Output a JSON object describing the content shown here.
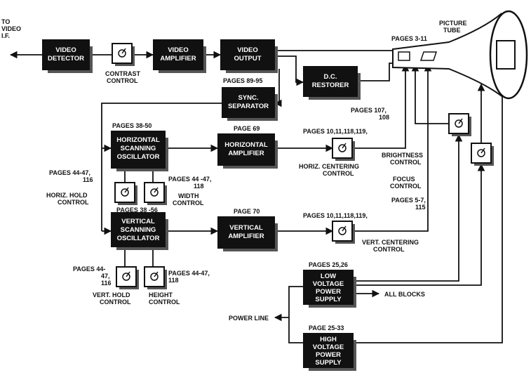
{
  "blocks": {
    "video_detector": [
      "VIDEO",
      "DETECTOR"
    ],
    "video_amplifier": [
      "VIDEO",
      "AMPLIFIER"
    ],
    "video_output": [
      "VIDEO",
      "OUTPUT"
    ],
    "dc_restorer": [
      "D.C.",
      "RESTORER"
    ],
    "sync_separator": [
      "SYNC.",
      "SEPARATOR"
    ],
    "horizontal_oscillator": [
      "HORIZONTAL",
      "SCANNING",
      "OSCILLATOR"
    ],
    "horizontal_amplifier": [
      "HORIZONTAL",
      "AMPLIFIER"
    ],
    "vertical_oscillator": [
      "VERTICAL",
      "SCANNING",
      "OSCILLATOR"
    ],
    "vertical_amplifier": [
      "VERTICAL",
      "AMPLIFIER"
    ],
    "low_voltage_supply": [
      "LOW",
      "VOLTAGE",
      "POWER",
      "SUPPLY"
    ],
    "high_voltage_supply": [
      "HIGH",
      "VOLTAGE",
      "POWER",
      "SUPPLY"
    ]
  },
  "labels": {
    "to_video_if": [
      "TO",
      "VIDEO",
      "I.F."
    ],
    "contrast_control": [
      "CONTRAST",
      "CONTROL"
    ],
    "picture_tube": [
      "PICTURE",
      "TUBE"
    ],
    "pages_3_11": "PAGES 3-11",
    "pages_89_95": "PAGES 89-95",
    "pages_107_108": [
      "PAGES 107,",
      "108"
    ],
    "pages_38_50": "PAGES 38-50",
    "page_69": "PAGE 69",
    "pages_10_h": "PAGES 10,11,118,119,",
    "horiz_centering": [
      "HORIZ. CENTERING",
      "CONTROL"
    ],
    "brightness_control": [
      "BRIGHTNESS",
      "CONTROL"
    ],
    "focus_control": [
      "FOCUS",
      "CONTROL"
    ],
    "pages_5_7": [
      "PAGES 5-7,",
      "115"
    ],
    "pages_44_47_hold": [
      "PAGES 44-47,",
      "116"
    ],
    "pages_44_47_width": [
      "PAGES 44 -47,",
      "118"
    ],
    "horiz_hold": [
      "HORIZ. HOLD",
      "CONTROL"
    ],
    "width_control": [
      "WIDTH",
      "CONTROL"
    ],
    "pages_38_56": "PAGES 38 -56",
    "page_70": "PAGE 70",
    "pages_10_v": "PAGES 10,11,118,119,",
    "vert_centering": [
      "VERT. CENTERING",
      "CONTROL"
    ],
    "pages_44_47_vhold": [
      "PAGES 44-",
      "47,",
      "116"
    ],
    "pages_44_47_height": [
      "PAGES 44-47,",
      "118"
    ],
    "vert_hold": [
      "VERT. HOLD",
      "CONTROL"
    ],
    "height_control": [
      "HEIGHT",
      "CONTROL"
    ],
    "pages_25_26": "PAGES 25,26",
    "all_blocks": "ALL BLOCKS",
    "power_line": "POWER LINE",
    "page_25_33": "PAGE 25-33"
  }
}
